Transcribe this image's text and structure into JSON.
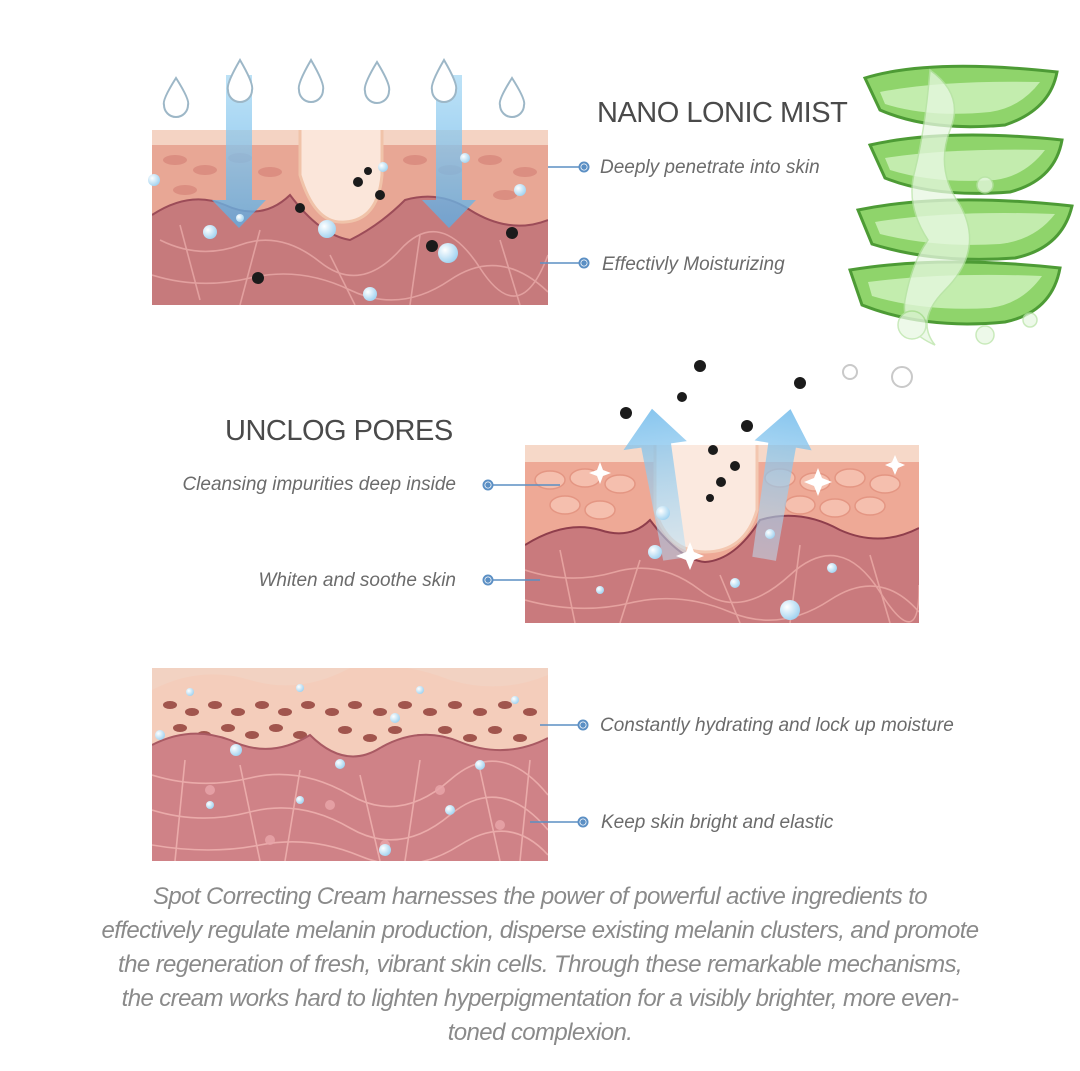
{
  "sections": {
    "mist": {
      "heading": "NANO LONIC MIST",
      "labels": [
        "Deeply penetrate into skin",
        "Effectivly Moisturizing"
      ]
    },
    "pores": {
      "heading": "UNCLOG PORES",
      "labels": [
        "Cleansing impurities deep inside",
        "Whiten and soothe skin"
      ]
    },
    "hydrate": {
      "labels": [
        "Constantly hydrating and lock up moisture",
        "Keep skin bright and elastic"
      ]
    }
  },
  "description": "Spot Correcting Cream harnesses the power of powerful active ingredients to effectively regulate melanin production, disperse existing melanin clusters, and promote the regeneration of fresh, vibrant skin cells. Through these remarkable mechanisms, the cream works hard to lighten hyperpigmentation for a visibly brighter, more even-toned complexion.",
  "colors": {
    "epidermis": "#f2c2ad",
    "dermis": "#c8787c",
    "fiber": "#e7a6a6",
    "arrow": "#8cc8ec",
    "pointer": "#5b8fc4",
    "aloe": "#7fcf5e",
    "text": "#6b6b6b"
  },
  "icons": [
    "water-drop-icon",
    "impurity-particle-icon",
    "sparkle-icon",
    "aloe-vera-icon",
    "pointer-dot-icon"
  ]
}
